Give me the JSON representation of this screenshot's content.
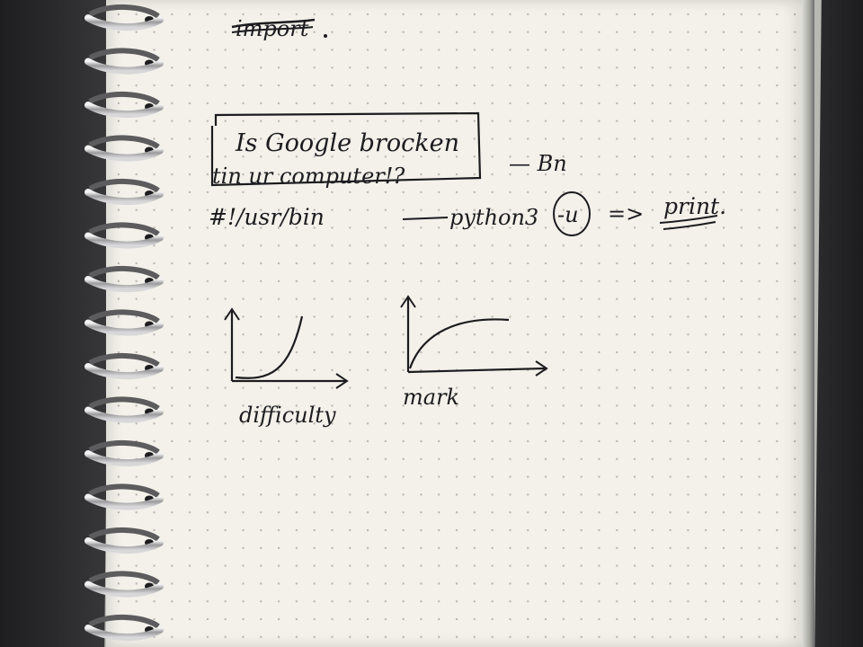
{
  "scene": "spiral dotted notebook page with handwritten notes",
  "notes": {
    "top_struck": "import",
    "box_line1": "Is Google brocken",
    "box_line2": "tin ur computer!?",
    "attribution": "— Bn",
    "shebang": "#!/usr/bin",
    "arrow_text": "python3",
    "circled_flag": "-u",
    "implies": "=>",
    "print_word": "print.",
    "graph1_label": "difficulty",
    "graph2_label": "mark"
  },
  "colors": {
    "ink": "#1c1c20",
    "paper": "#f3f1ea",
    "desk": "#2a2a2c"
  },
  "graphs": [
    {
      "name": "difficulty-graph",
      "curve": "convex-increasing"
    },
    {
      "name": "mark-graph",
      "curve": "concave-increasing"
    }
  ]
}
